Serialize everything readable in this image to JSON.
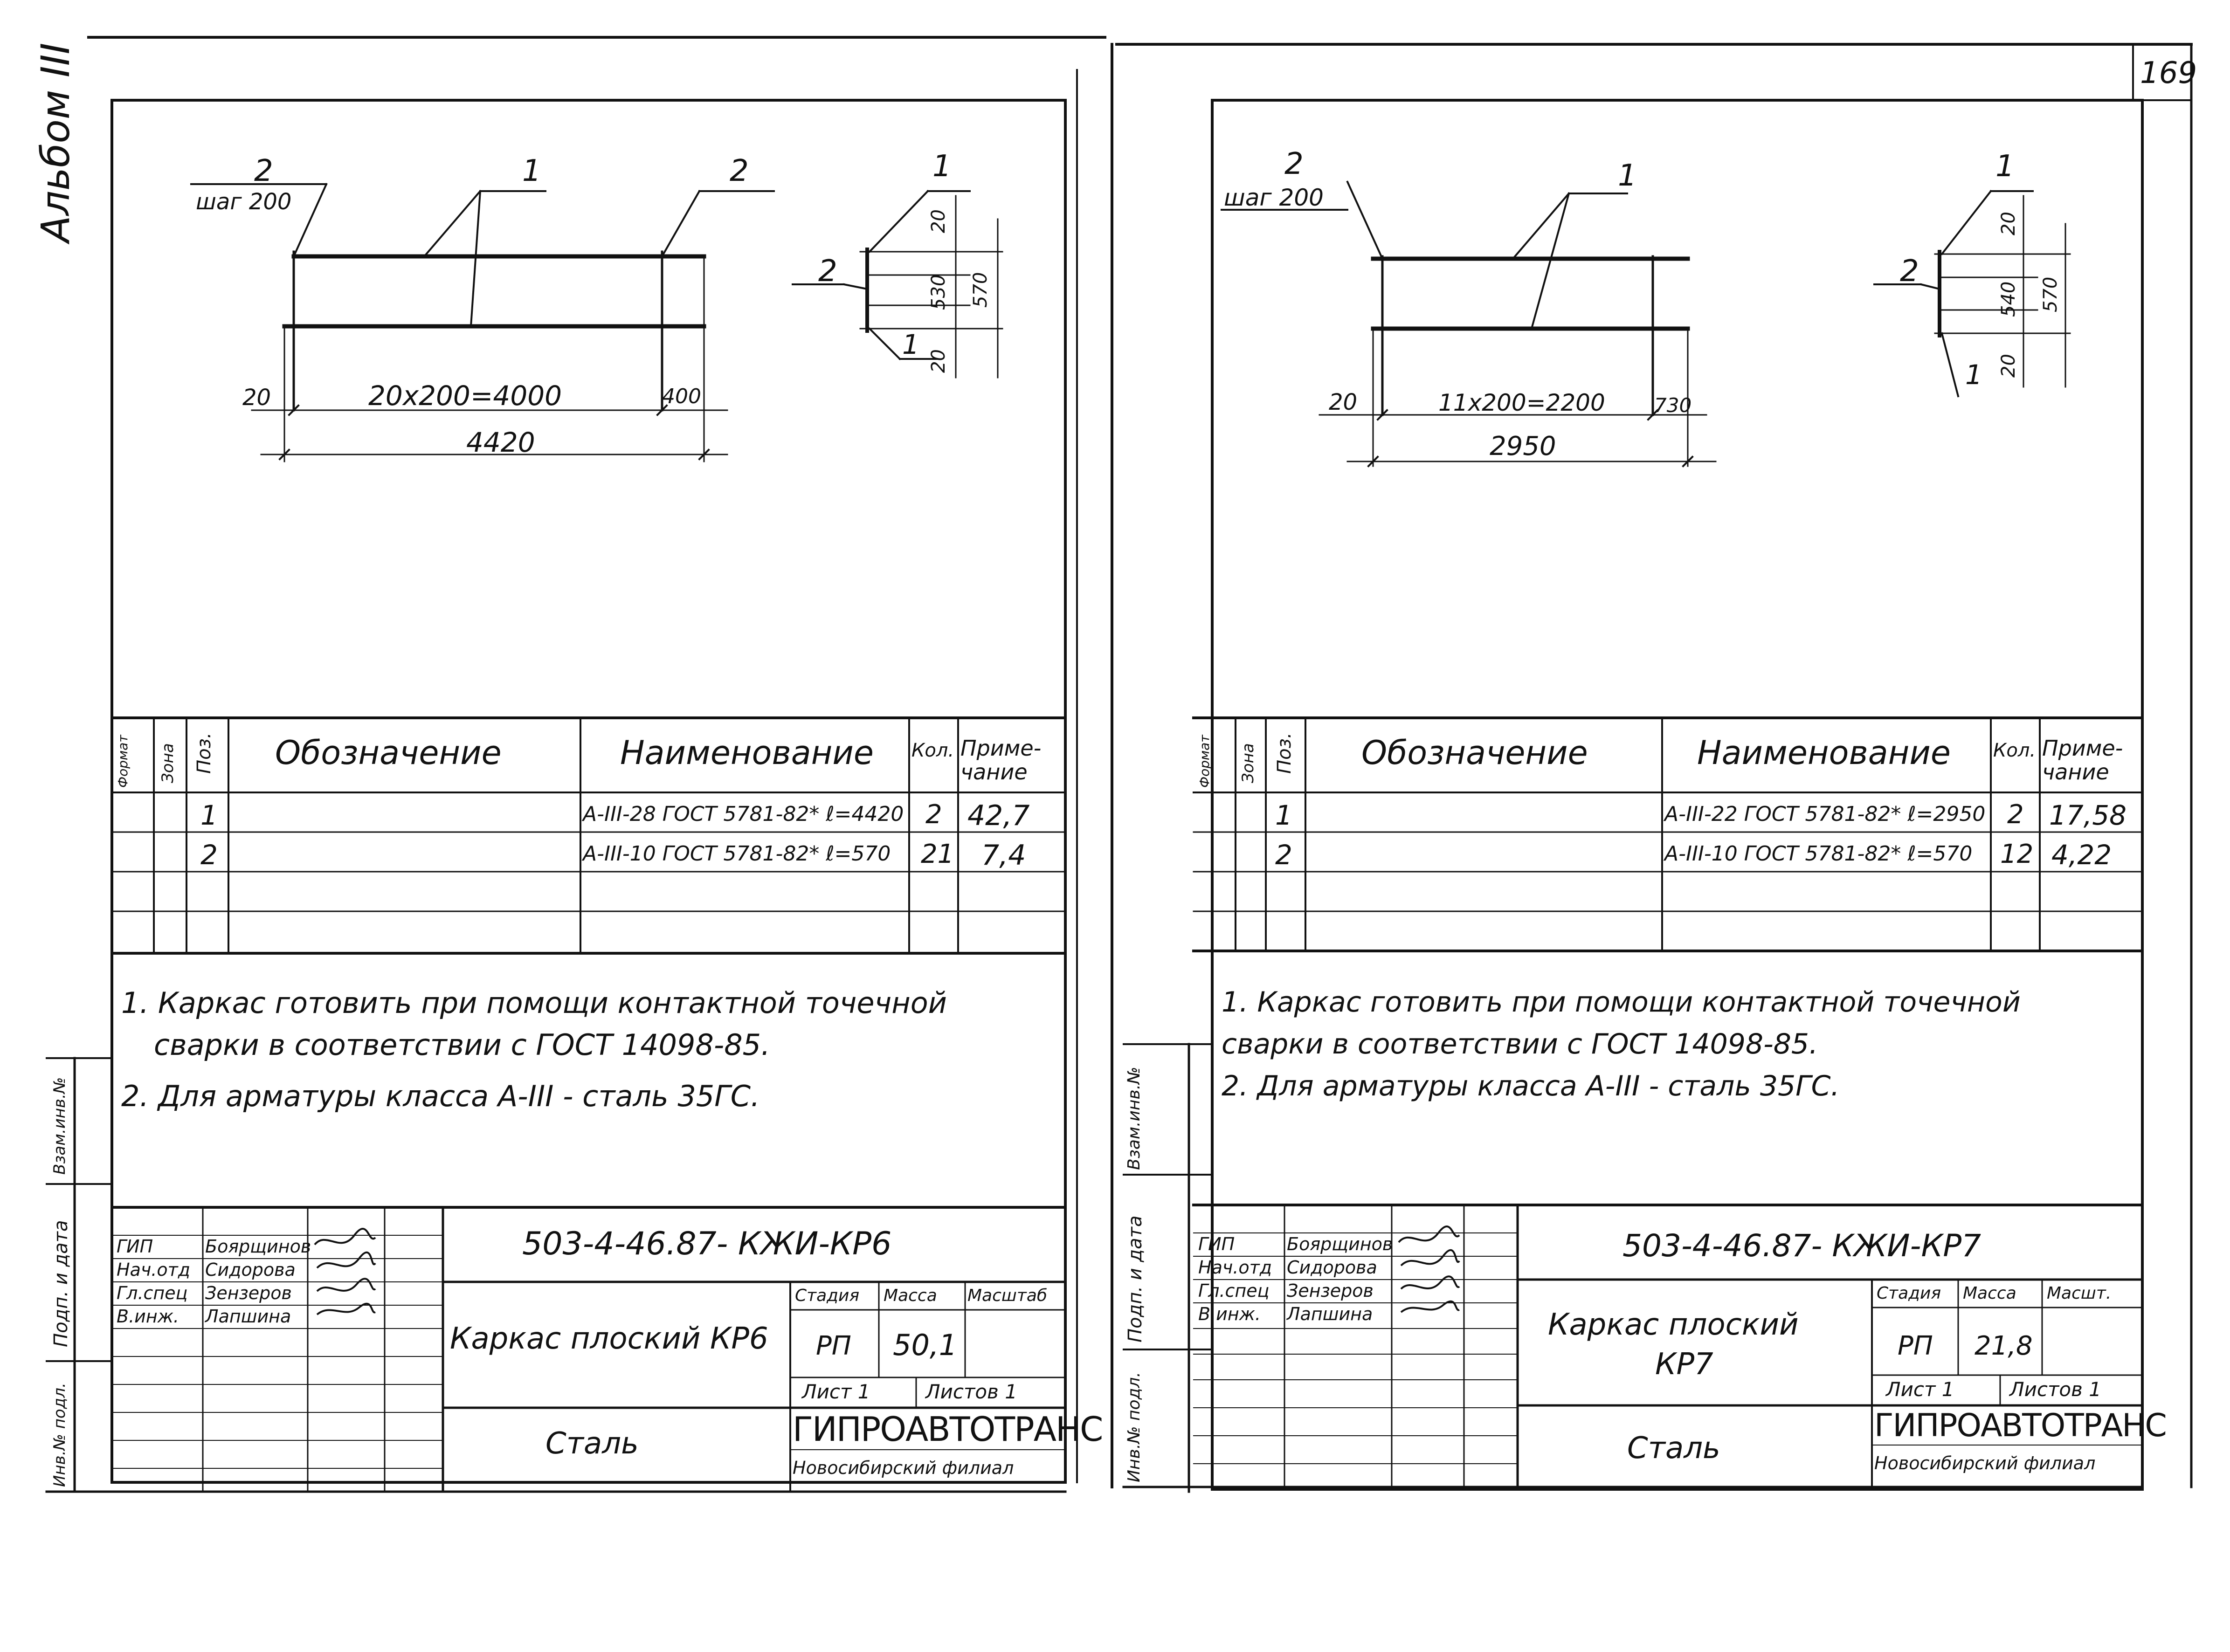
{
  "page_number": "169",
  "album_label": "Альбом III",
  "side_labels": {
    "left": [
      "Инв.№ подл.",
      "Подп. и дата",
      "Взам.инв.№"
    ],
    "right": [
      "Инв.№ подл.",
      "Подп. и дата",
      "Взам.инв.№"
    ]
  },
  "sheets": [
    {
      "id": "kp6",
      "sketch": {
        "pos1": "1",
        "pos2": "2",
        "pos2_b": "2",
        "step": "шаг 200",
        "dim_left": "20",
        "dim_main": "20х200=4000",
        "dim_right": "400",
        "dim_total": "4420",
        "section": {
          "pos1_top": "1",
          "pos1_bot": "1",
          "pos2": "2",
          "d_top": "20",
          "d_mid": "530",
          "d_all": "570",
          "d_bot": "20"
        }
      },
      "spec": {
        "headers": {
          "format": "Формат",
          "zone": "Зона",
          "pos": "Поз.",
          "designation": "Обозначение",
          "name": "Наименование",
          "qty": "Кол.",
          "note": "Приме-чание"
        },
        "rows": [
          {
            "pos": "1",
            "name": "А-III-28 ГОСТ 5781-82* ℓ=4420",
            "qty": "2",
            "note": "42,7"
          },
          {
            "pos": "2",
            "name": "А-III-10 ГОСТ 5781-82* ℓ=570",
            "qty": "21",
            "note": "7,4"
          }
        ]
      },
      "notes": [
        "1. Каркас готовить при помощи контактной точечной",
        "сварки в соответствии с ГОСТ 14098-85.",
        "2. Для арматуры класса А-III - сталь 35ГС."
      ],
      "title_block": {
        "code": "503-4-46.87- КЖИ-КР6",
        "signers": [
          {
            "role": "ГИП",
            "name": "Боярщинов"
          },
          {
            "role": "Нач.отд",
            "name": "Сидорова"
          },
          {
            "role": "Гл.спец",
            "name": "Зензеров"
          },
          {
            "role": "В.инж.",
            "name": "Лапшина"
          }
        ],
        "title": "Каркас плоский КР6",
        "stage_label": "Стадия",
        "mass_label": "Масса",
        "scale_label": "Масштаб",
        "stage": "РП",
        "mass": "50,1",
        "sheet_label": "Лист 1",
        "sheets_label": "Листов 1",
        "material": "Сталь",
        "org": "ГИПРОАВТОТРАНС",
        "branch": "Новосибирский филиал"
      }
    },
    {
      "id": "kp7",
      "sketch": {
        "pos1": "1",
        "pos2": "2",
        "step": "шаг 200",
        "dim_left": "20",
        "dim_main": "11х200=2200",
        "dim_right": "730",
        "dim_total": "2950",
        "section": {
          "pos1_top": "1",
          "pos1_bot": "1",
          "pos2": "2",
          "d_top": "20",
          "d_mid": "540",
          "d_all": "570",
          "d_bot": "20"
        }
      },
      "spec": {
        "headers": {
          "format": "Формат",
          "zone": "Зона",
          "pos": "Поз.",
          "designation": "Обозначение",
          "name": "Наименование",
          "qty": "Кол.",
          "note": "Приме-чание"
        },
        "rows": [
          {
            "pos": "1",
            "name": "А-III-22 ГОСТ 5781-82* ℓ=2950",
            "qty": "2",
            "note": "17,58"
          },
          {
            "pos": "2",
            "name": "А-III-10 ГОСТ 5781-82* ℓ=570",
            "qty": "12",
            "note": "4,22"
          }
        ]
      },
      "notes": [
        "1. Каркас готовить при помощи контактной точечной",
        "сварки в соответствии с ГОСТ 14098-85.",
        "2. Для арматуры класса А-III - сталь 35ГС."
      ],
      "title_block": {
        "code": "503-4-46.87- КЖИ-КР7",
        "signers": [
          {
            "role": "ГИП",
            "name": "Боярщинов"
          },
          {
            "role": "Нач.отд",
            "name": "Сидорова"
          },
          {
            "role": "Гл.спец",
            "name": "Зензеров"
          },
          {
            "role": "В.инж.",
            "name": "Лапшина"
          }
        ],
        "title_l1": "Каркас плоский",
        "title_l2": "КР7",
        "stage_label": "Стадия",
        "mass_label": "Масса",
        "scale_label": "Масшт.",
        "stage": "РП",
        "mass": "21,8",
        "sheet_label": "Лист 1",
        "sheets_label": "Листов 1",
        "material": "Сталь",
        "org": "ГИПРОАВТОТРАНС",
        "branch": "Новосибирский филиал"
      }
    }
  ]
}
